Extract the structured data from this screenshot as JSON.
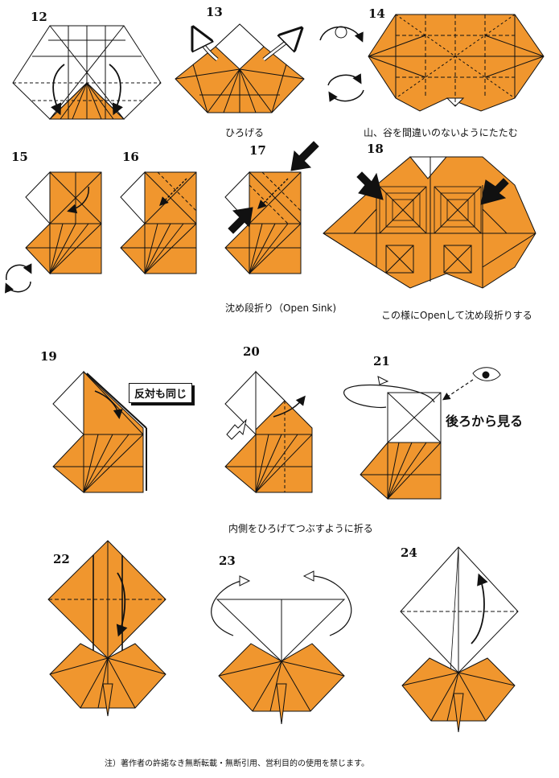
{
  "steps": [
    "12",
    "13",
    "14",
    "15",
    "16",
    "17",
    "18",
    "19",
    "20",
    "21",
    "22",
    "23",
    "24"
  ],
  "captions": {
    "c13": "ひろげる",
    "c14": "山、谷を間違いのないようにたたむ",
    "c17": "沈め段折り（Open Sink)",
    "c18": "この様にOpenして沈め段折りする",
    "c20": "内側をひろげてつぶすように折る"
  },
  "callouts": {
    "c19": "反対も同じ",
    "c21": "後ろから見る"
  },
  "footer": "注）著作者の許諾なき無断転載・無断引用、営利目的の使用を禁じます。",
  "colors": {
    "paper": "#F0962E",
    "white": "#FFFFFF",
    "line": "#111111"
  }
}
